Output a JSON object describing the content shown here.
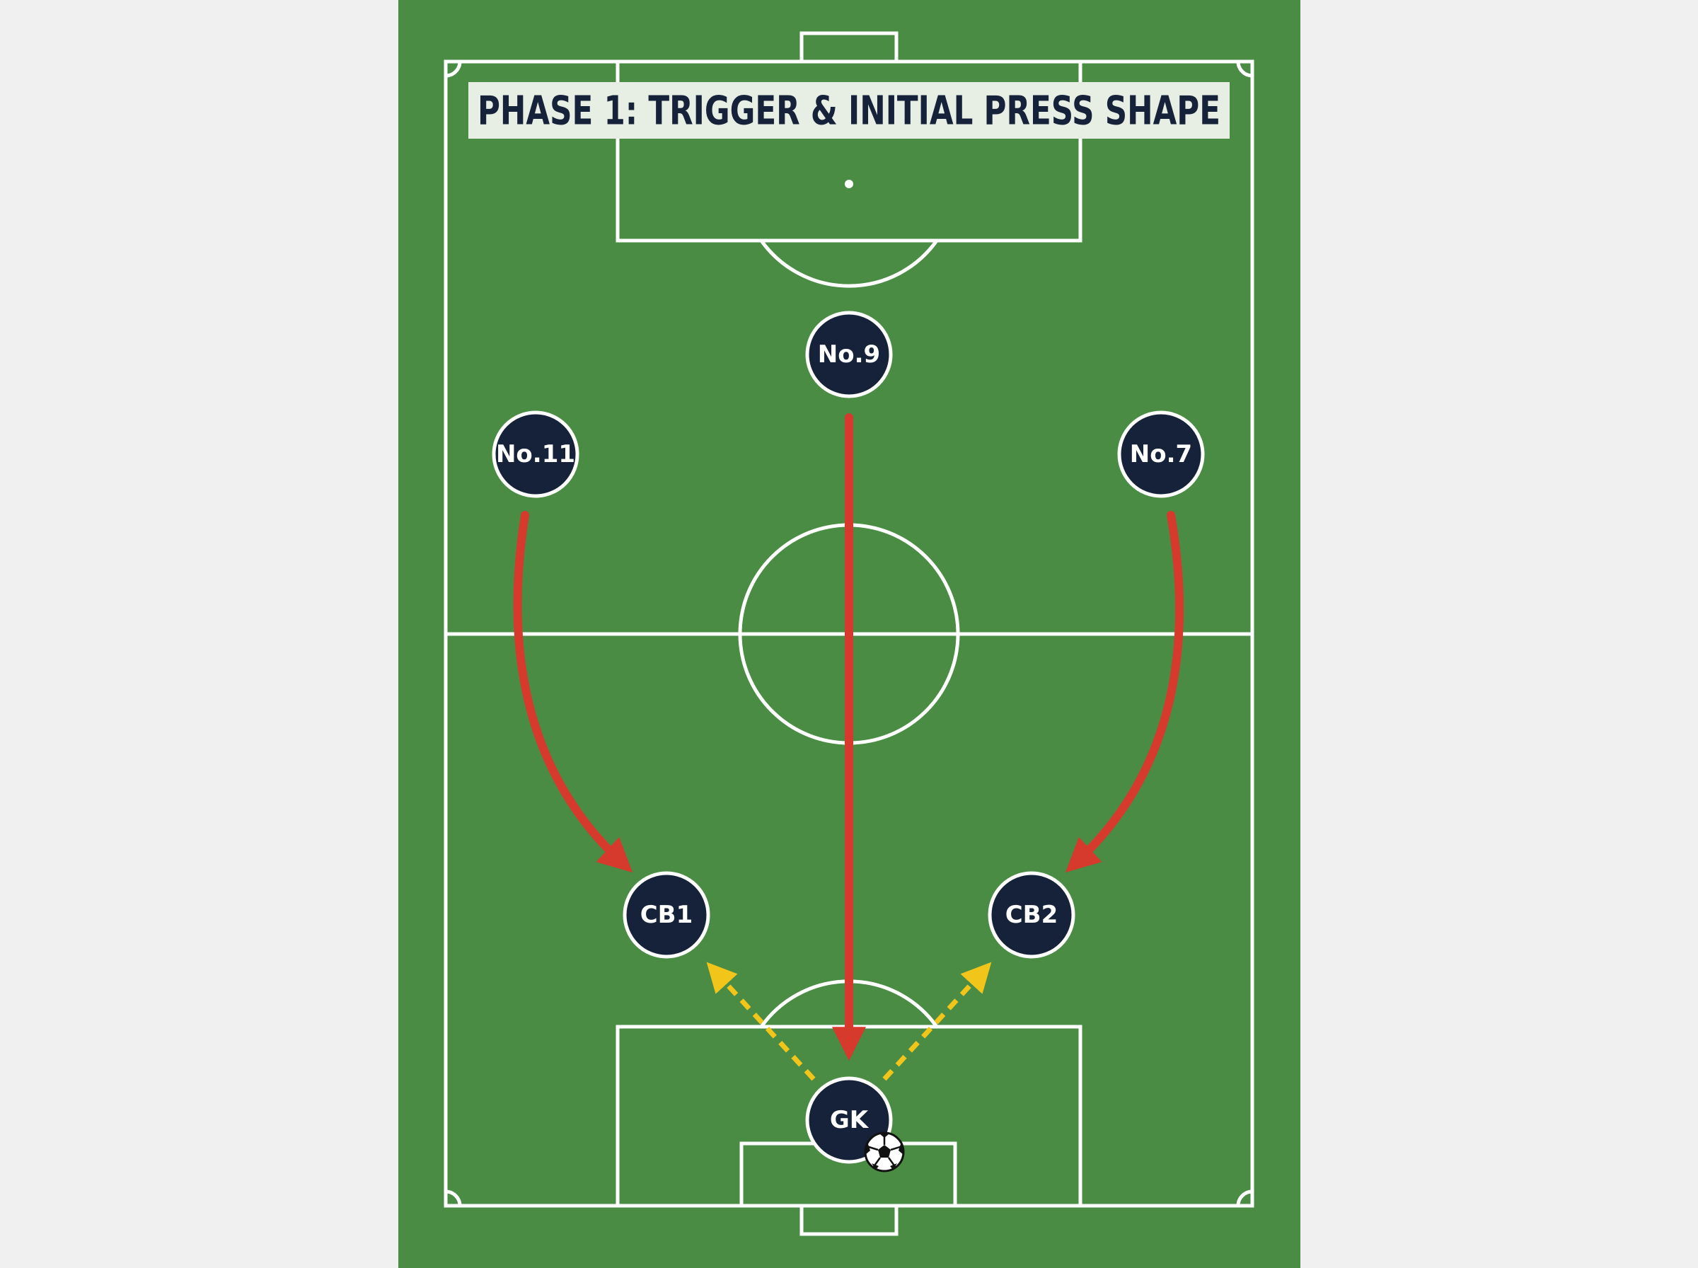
{
  "title": "PHASE 1: TRIGGER & INITIAL PRESS SHAPE",
  "colors": {
    "background": "#f0f0f0",
    "pitch": "#4a8c44",
    "lines": "#ffffff",
    "player": "#16223a",
    "title_bg": "#e7eee3",
    "title_text": "#16223a",
    "press_arrow": "#d63a2c",
    "pass_arrow": "#f2c51b"
  },
  "players": [
    {
      "id": "no9",
      "label": "No.9"
    },
    {
      "id": "no11",
      "label": "No.11"
    },
    {
      "id": "no7",
      "label": "No.7"
    },
    {
      "id": "cb1",
      "label": "CB1"
    },
    {
      "id": "cb2",
      "label": "CB2"
    },
    {
      "id": "gk",
      "label": "GK"
    }
  ],
  "press_runs": [
    {
      "from": "No.11",
      "to": "CB1"
    },
    {
      "from": "No.9",
      "to": "GK"
    },
    {
      "from": "No.7",
      "to": "CB2"
    }
  ],
  "passing_options": [
    {
      "from": "GK",
      "to": "CB1"
    },
    {
      "from": "GK",
      "to": "CB2"
    }
  ],
  "ball": {
    "holder": "GK",
    "icon": "soccer-ball-icon"
  }
}
